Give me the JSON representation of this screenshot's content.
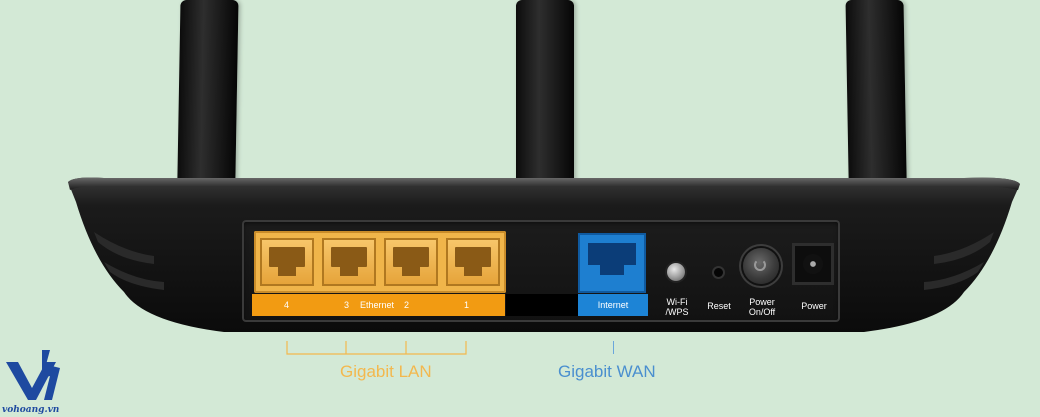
{
  "ports": {
    "lan_numbers": [
      "4",
      "3",
      "2",
      "1"
    ],
    "ethernet_label": "Ethernet",
    "internet_label": "Internet"
  },
  "controls": {
    "wps_line1": "Wi-Fi",
    "wps_line2": "/WPS",
    "reset": "Reset",
    "power_onoff_line1": "Power",
    "power_onoff_line2": "On/Off",
    "power": "Power"
  },
  "captions": {
    "lan": "Gigabit LAN",
    "wan": "Gigabit WAN"
  },
  "logo": {
    "text": "vohoang.vn"
  },
  "colors": {
    "background": "#d3e9d6",
    "lan_orange": "#f29b12",
    "wan_blue": "#1d84d6",
    "lan_caption": "#f3b84e",
    "wan_caption": "#4a8fcf"
  }
}
